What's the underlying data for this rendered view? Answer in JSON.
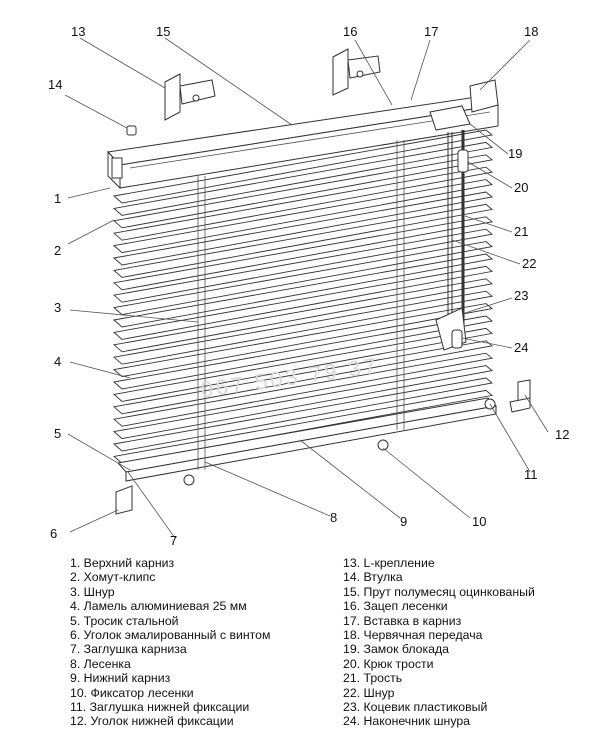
{
  "diagram": {
    "watermark": "067 503 79 37",
    "callouts": [
      "1",
      "2",
      "3",
      "4",
      "5",
      "6",
      "7",
      "8",
      "9",
      "10",
      "11",
      "12",
      "13",
      "14",
      "15",
      "16",
      "17",
      "18",
      "19",
      "20",
      "21",
      "22",
      "23",
      "24"
    ]
  },
  "legend": {
    "left": [
      "1. Верхний карниз",
      "2. Хомут-клипс",
      "3. Шнур",
      "4. Ламель алюминиевая 25 мм",
      "5. Тросик стальной",
      "6. Уголок эмалированный с винтом",
      "7. Заглушка карниза",
      "8. Лесенка",
      "9. Нижний карниз",
      "10. Фиксатор лесенки",
      "11. Заглушка нижней фиксации",
      "12. Уголок нижней фиксации"
    ],
    "right": [
      "13. L-крепление",
      "14. Втулка",
      "15. Прут полумесяц оцинкованый",
      "16. Зацеп лесенки",
      "17. Вставка в карниз",
      "18. Червячная передача",
      "19. Замок блокада",
      "20. Крюк трости",
      "21. Трость",
      "22. Шнур",
      "23. Коцевик пластиковый",
      "24. Наконечник шнура"
    ]
  }
}
